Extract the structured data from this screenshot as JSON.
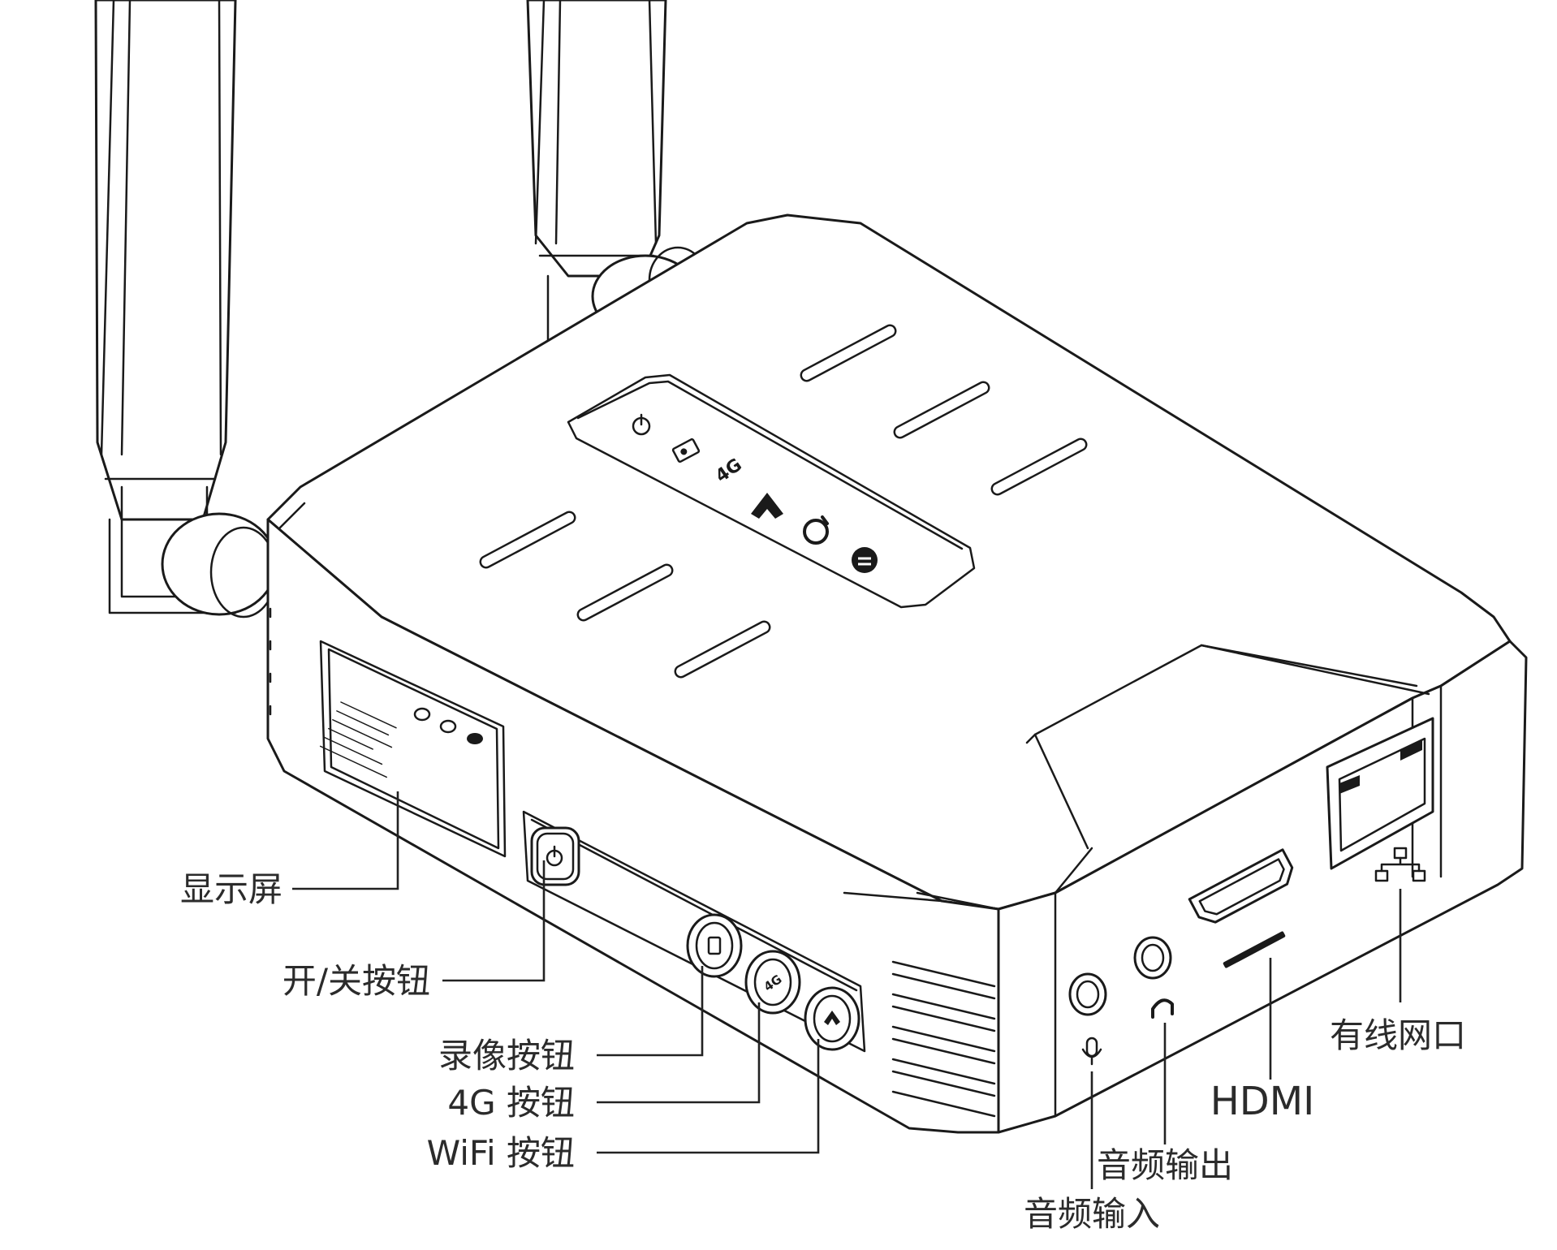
{
  "labels": {
    "display": "显示屏",
    "power_button": "开/关按钮",
    "record_button": "录像按钮",
    "4g_button": "4G 按钮",
    "wifi_button": "WiFi 按钮",
    "audio_in": "音频输入",
    "audio_out": "音频输出",
    "hdmi": "HDMI",
    "ethernet": "有线网口"
  },
  "icons": {
    "top_led_panel": [
      "power-icon",
      "record-icon",
      "4g-icon",
      "wifi-icon",
      "bluetooth-icon",
      "signal-icon"
    ],
    "front_buttons": [
      "power-icon",
      "record-icon",
      "4g-icon",
      "wifi-icon"
    ],
    "rear_ports": [
      "microphone-icon",
      "headphone-icon",
      "hdmi-icon",
      "ethernet-icon"
    ]
  },
  "colors": {
    "line": "#1a1a1a",
    "text": "#2b2b2b",
    "background": "#ffffff"
  }
}
